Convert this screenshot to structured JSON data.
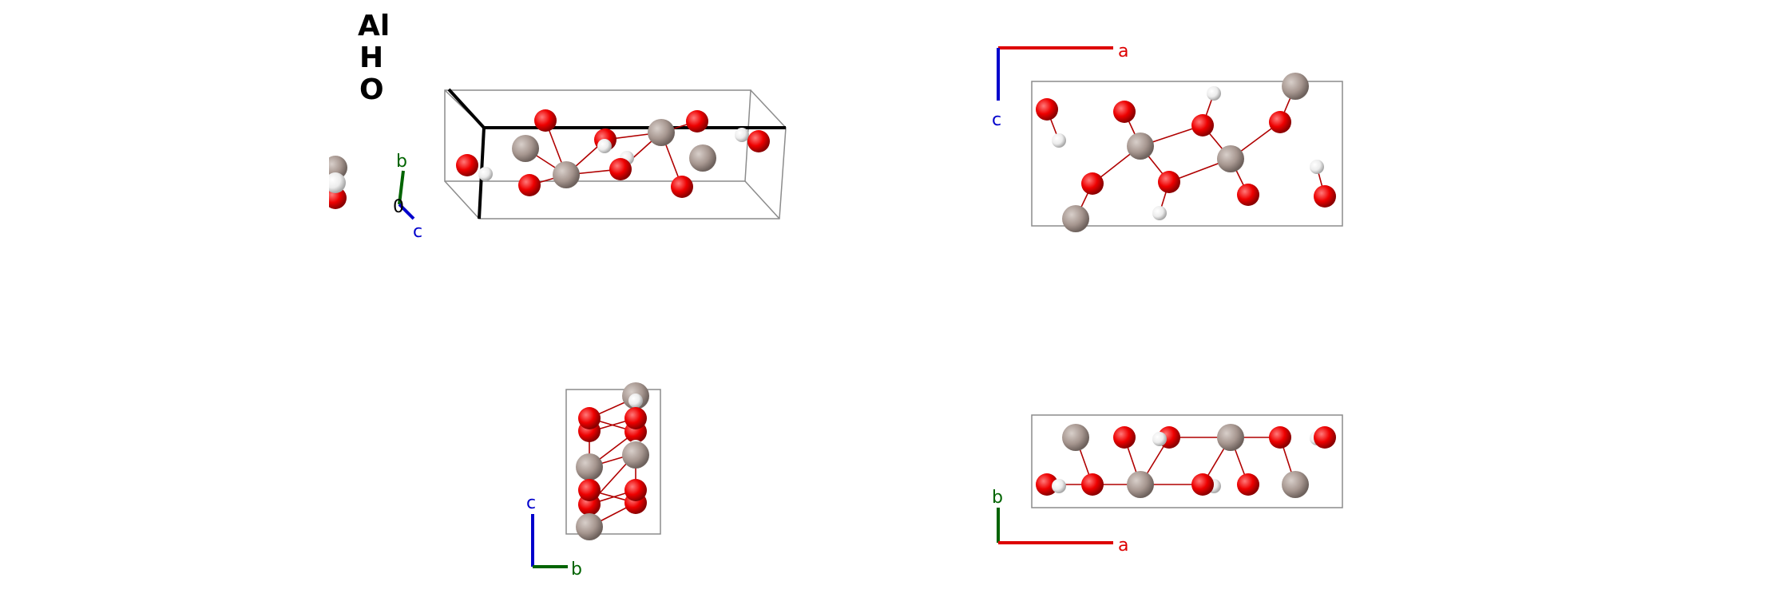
{
  "legend": {
    "elements": [
      "Al",
      "H",
      "O"
    ]
  },
  "axes": {
    "a": "a",
    "b": "b",
    "c": "c",
    "origin": "0"
  },
  "colors": {
    "Al": "#a6968f",
    "H": "#f2f2f2",
    "O": "#ee0000",
    "bond": "#b00000",
    "cell": "#8c8c8c",
    "axis_a": "#dd0000",
    "axis_b": "#006400",
    "axis_c": "#0000cc"
  },
  "views": [
    {
      "id": "perspective",
      "axes_shown": [
        "b",
        "c"
      ]
    },
    {
      "id": "a-c-projection",
      "axes_shown": [
        "a",
        "c"
      ]
    },
    {
      "id": "b-c-projection",
      "axes_shown": [
        "c",
        "b"
      ]
    },
    {
      "id": "a-b-projection",
      "axes_shown": [
        "b",
        "a"
      ]
    }
  ]
}
